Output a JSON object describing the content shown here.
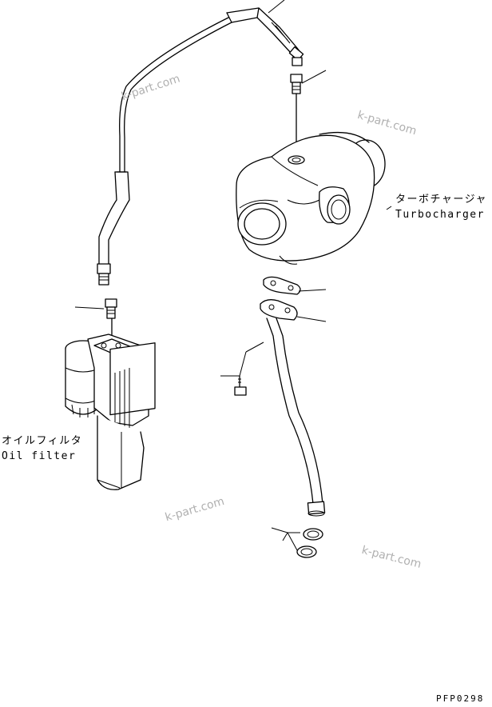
{
  "labels": {
    "turbocharger_jp": "ターボチャージャ",
    "turbocharger_en": "Turbocharger",
    "oil_filter_jp": "オイルフィルタ",
    "oil_filter_en": "Oil filter",
    "drawing_code": "PFP0298"
  },
  "watermarks": [
    "k-part.com",
    "k-part.com",
    "k-part.com",
    "k-part.com"
  ],
  "colors": {
    "line": "#000000",
    "watermark": "#b0b0b0",
    "background": "#ffffff"
  }
}
